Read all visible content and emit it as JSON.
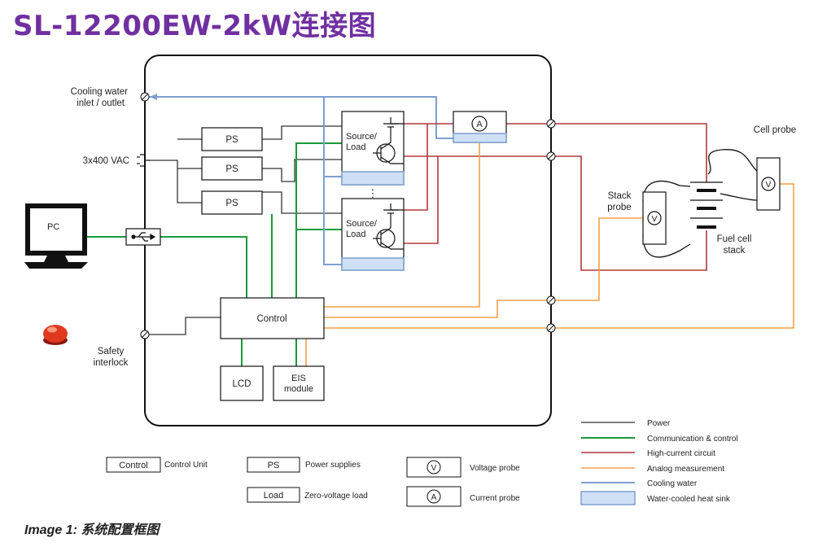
{
  "page": {
    "title": "SL-12200EW-2kW连接图",
    "caption": "Image 1: 系统配置框图"
  },
  "colors": {
    "title": "#7030A0",
    "power": "#333333",
    "communication": "#1a9a3c",
    "high_current": "#b0393b",
    "analog": "#f5a04a",
    "cooling": "#7f9fcf",
    "heat_sink_fill": "#cfe0f5"
  },
  "diagram": {
    "external": {
      "cooling_water_line1": "Cooling water",
      "cooling_water_line2": "inlet / outlet",
      "vac": "3x400 VAC",
      "pc": "PC",
      "safety_line1": "Safety",
      "safety_line2": "interlock",
      "cell_probe": "Cell probe",
      "stack_probe_line1": "Stack",
      "stack_probe_line2": "probe",
      "fuel_cell_line1": "Fuel cell",
      "fuel_cell_line2": "stack"
    },
    "blocks": {
      "ps": "PS",
      "source_load_line1": "Source/",
      "source_load_line2": "Load",
      "control": "Control",
      "lcd": "LCD",
      "eis_line1": "EIS",
      "eis_line2": "module",
      "ammeter_symbol": "A",
      "voltmeter_symbol": "V",
      "ellipsis": "⋮"
    }
  },
  "legend": {
    "symbols": {
      "control_box": "Control",
      "control_desc": "Control Unit",
      "ps_box": "PS",
      "ps_desc": "Power supplies",
      "load_box": "Load",
      "load_desc": "Zero-voltage load",
      "voltage_symbol": "V",
      "voltage_desc": "Voltage probe",
      "current_symbol": "A",
      "current_desc": "Current probe"
    },
    "lines": [
      {
        "label": "Power",
        "color": "#333333"
      },
      {
        "label": "Communication & control",
        "color": "#1a9a3c"
      },
      {
        "label": "High-current circuit",
        "color": "#b0393b"
      },
      {
        "label": "Analog measurement",
        "color": "#f5a04a"
      },
      {
        "label": "Cooling water",
        "color": "#7f9fcf"
      },
      {
        "label": "Water-cooled heat sink",
        "color": "#cfe0f5"
      }
    ]
  }
}
